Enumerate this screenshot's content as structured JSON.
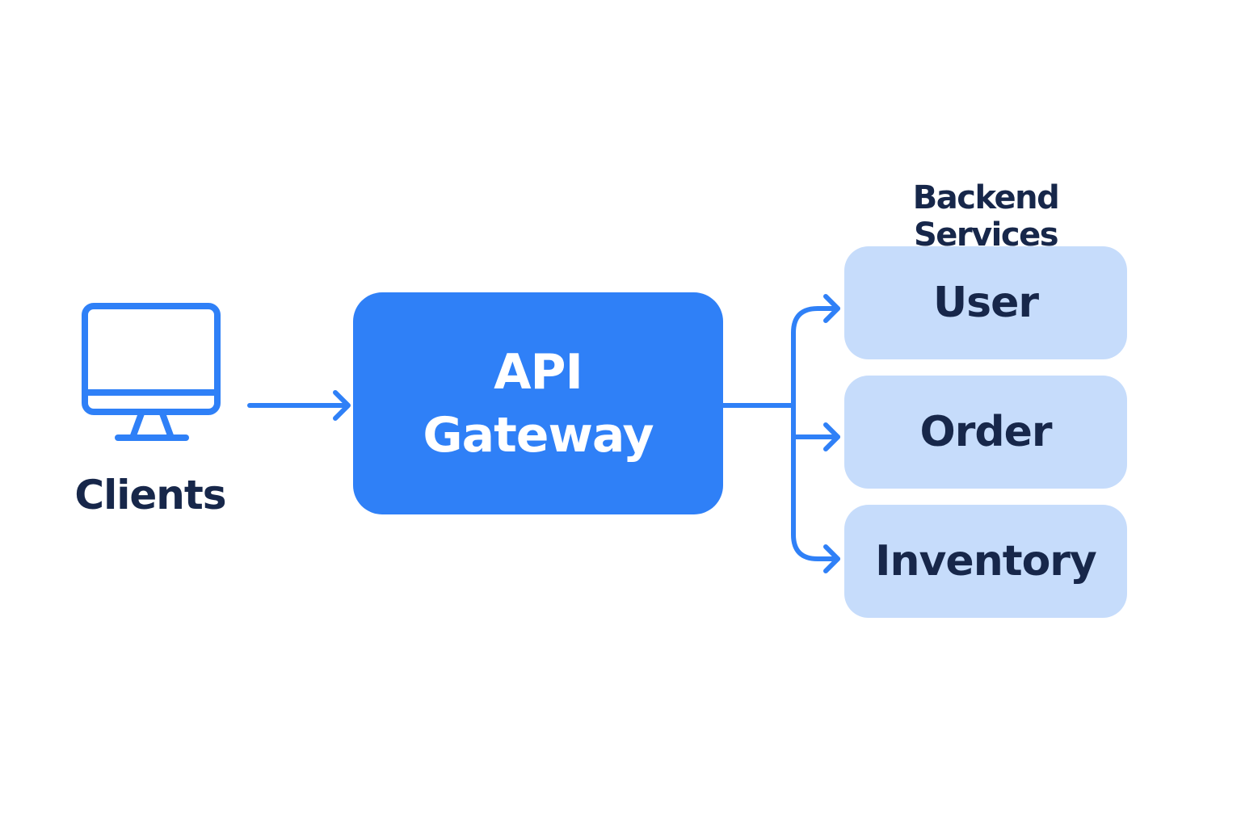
{
  "colors": {
    "accent": "#2f80f7",
    "service_fill": "#c6dcfb",
    "text_dark": "#17274a",
    "background": "#ffffff"
  },
  "client": {
    "label": "Clients",
    "icon": "monitor-icon"
  },
  "gateway": {
    "line1": "API",
    "line2": "Gateway"
  },
  "services": {
    "heading": "Backend Services",
    "items": [
      {
        "label": "User"
      },
      {
        "label": "Order"
      },
      {
        "label": "Inventory"
      }
    ]
  }
}
